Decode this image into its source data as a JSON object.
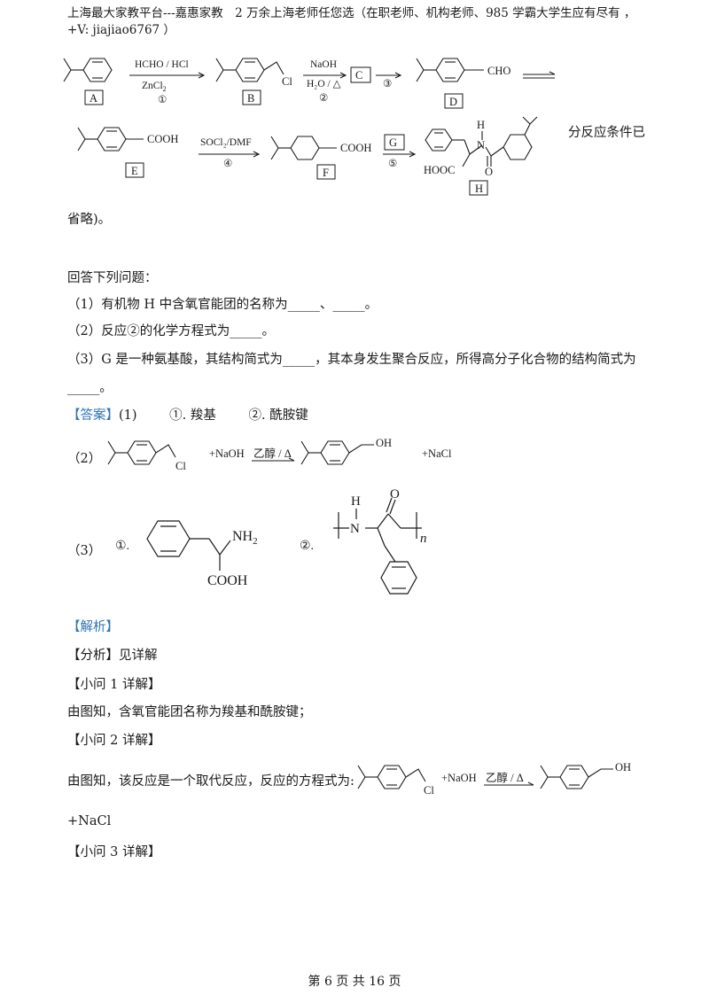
{
  "header": {
    "text": "上海最大家教平台---嘉惠家教　2 万余上海老师任您选（在职老师、机构老师、985 学霸大学生应有尽有 ，+V: jiajiao6767 ）"
  },
  "scheme": {
    "row1": {
      "label_A": "A",
      "reagent1_top": "HCHO / HCl",
      "reagent1_bottom": "ZnCl",
      "reagent1_bottom_sub": "2",
      "step1": "①",
      "label_B": "B",
      "cl": "Cl",
      "reagent2_top": "NaOH",
      "reagent2_bottom": "H₂O / △",
      "step2": "②",
      "label_C": "C",
      "step3": "③",
      "cho": "CHO",
      "label_D": "D"
    },
    "row2": {
      "cooh_E": "COOH",
      "label_E": "E",
      "reagent4_top": "SOCl₂/DMF",
      "step4": "④",
      "cooh_F": "COOH",
      "label_F": "F",
      "label_G": "G",
      "step5": "⑤",
      "H_atom": "H",
      "N_atom": "N",
      "O_atom": "O",
      "hooc": "HOOC",
      "label_H": "H"
    },
    "trailing_text": "分反应条件已"
  },
  "intro_tail": "省略)。",
  "questions": {
    "lead": "回答下列问题：",
    "q1": "（1）有机物 H 中含氧官能团的名称为_____、_____。",
    "q2": "（2）反应②的化学方程式为_____。",
    "q3a": "（3）G 是一种氨基酸，其结构简式为_____，其本身发生聚合反应，所得高分子化合物的结构简式为",
    "q3b": "_____。"
  },
  "answer": {
    "tag": "【答案】",
    "a1_prefix": "(1)",
    "a1_part1": "①. 羧基",
    "a1_part2": "②. 酰胺键",
    "a2_prefix": "（2）",
    "a2_naoh": "+NaOH",
    "a2_cond": "乙醇 / Δ",
    "a2_oh": "OH",
    "a2_cl": "Cl",
    "a2_nacl": "+NaCl",
    "a3_prefix": "（3）",
    "a3_circ1": "①.",
    "a3_nh2": "NH",
    "a3_nh2_sub": "2",
    "a3_cooh": "COOH",
    "a3_circ2": "②.",
    "a3_h": "H",
    "a3_n": "N",
    "a3_o": "O",
    "a3_n_sub": "n"
  },
  "analysis": {
    "tag": "【解析】",
    "fenxi": "【分析】见详解",
    "sub1_tag": "【小问 1 详解】",
    "sub1_text": "由图知，含氧官能团名称为羧基和酰胺键；",
    "sub2_tag": "【小问 2 详解】",
    "sub2_text": "由图知，该反应是一个取代反应，反应的方程式为:",
    "sub2_cl": "Cl",
    "sub2_naoh": "+NaOH",
    "sub2_cond": "乙醇 / Δ",
    "sub2_oh": "OH",
    "sub2_nacl": "+NaCl",
    "sub3_tag": "【小问 3 详解】"
  },
  "footer": {
    "page": "第 6 页 共 16 页"
  }
}
